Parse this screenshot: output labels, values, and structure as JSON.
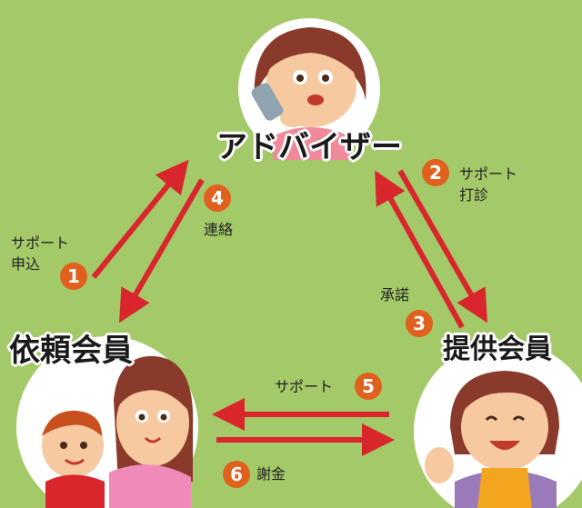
{
  "nodes": {
    "adviser": {
      "label": "アドバイザー"
    },
    "requester": {
      "label": "依頼会員"
    },
    "provider": {
      "label": "提供会員"
    }
  },
  "steps": [
    {
      "number": "1",
      "label_line1": "サポート",
      "label_line2": "申込"
    },
    {
      "number": "2",
      "label_line1": "サポート",
      "label_line2": "打診"
    },
    {
      "number": "3",
      "label_line1": "承諾"
    },
    {
      "number": "4",
      "label_line1": "連絡"
    },
    {
      "number": "5",
      "label_line1": "サポート"
    },
    {
      "number": "6",
      "label_line1": "謝金"
    }
  ],
  "colors": {
    "background": "#a4c969",
    "arrow": "#d8262c",
    "badge": "#e0601e",
    "circle": "#ffffff"
  }
}
